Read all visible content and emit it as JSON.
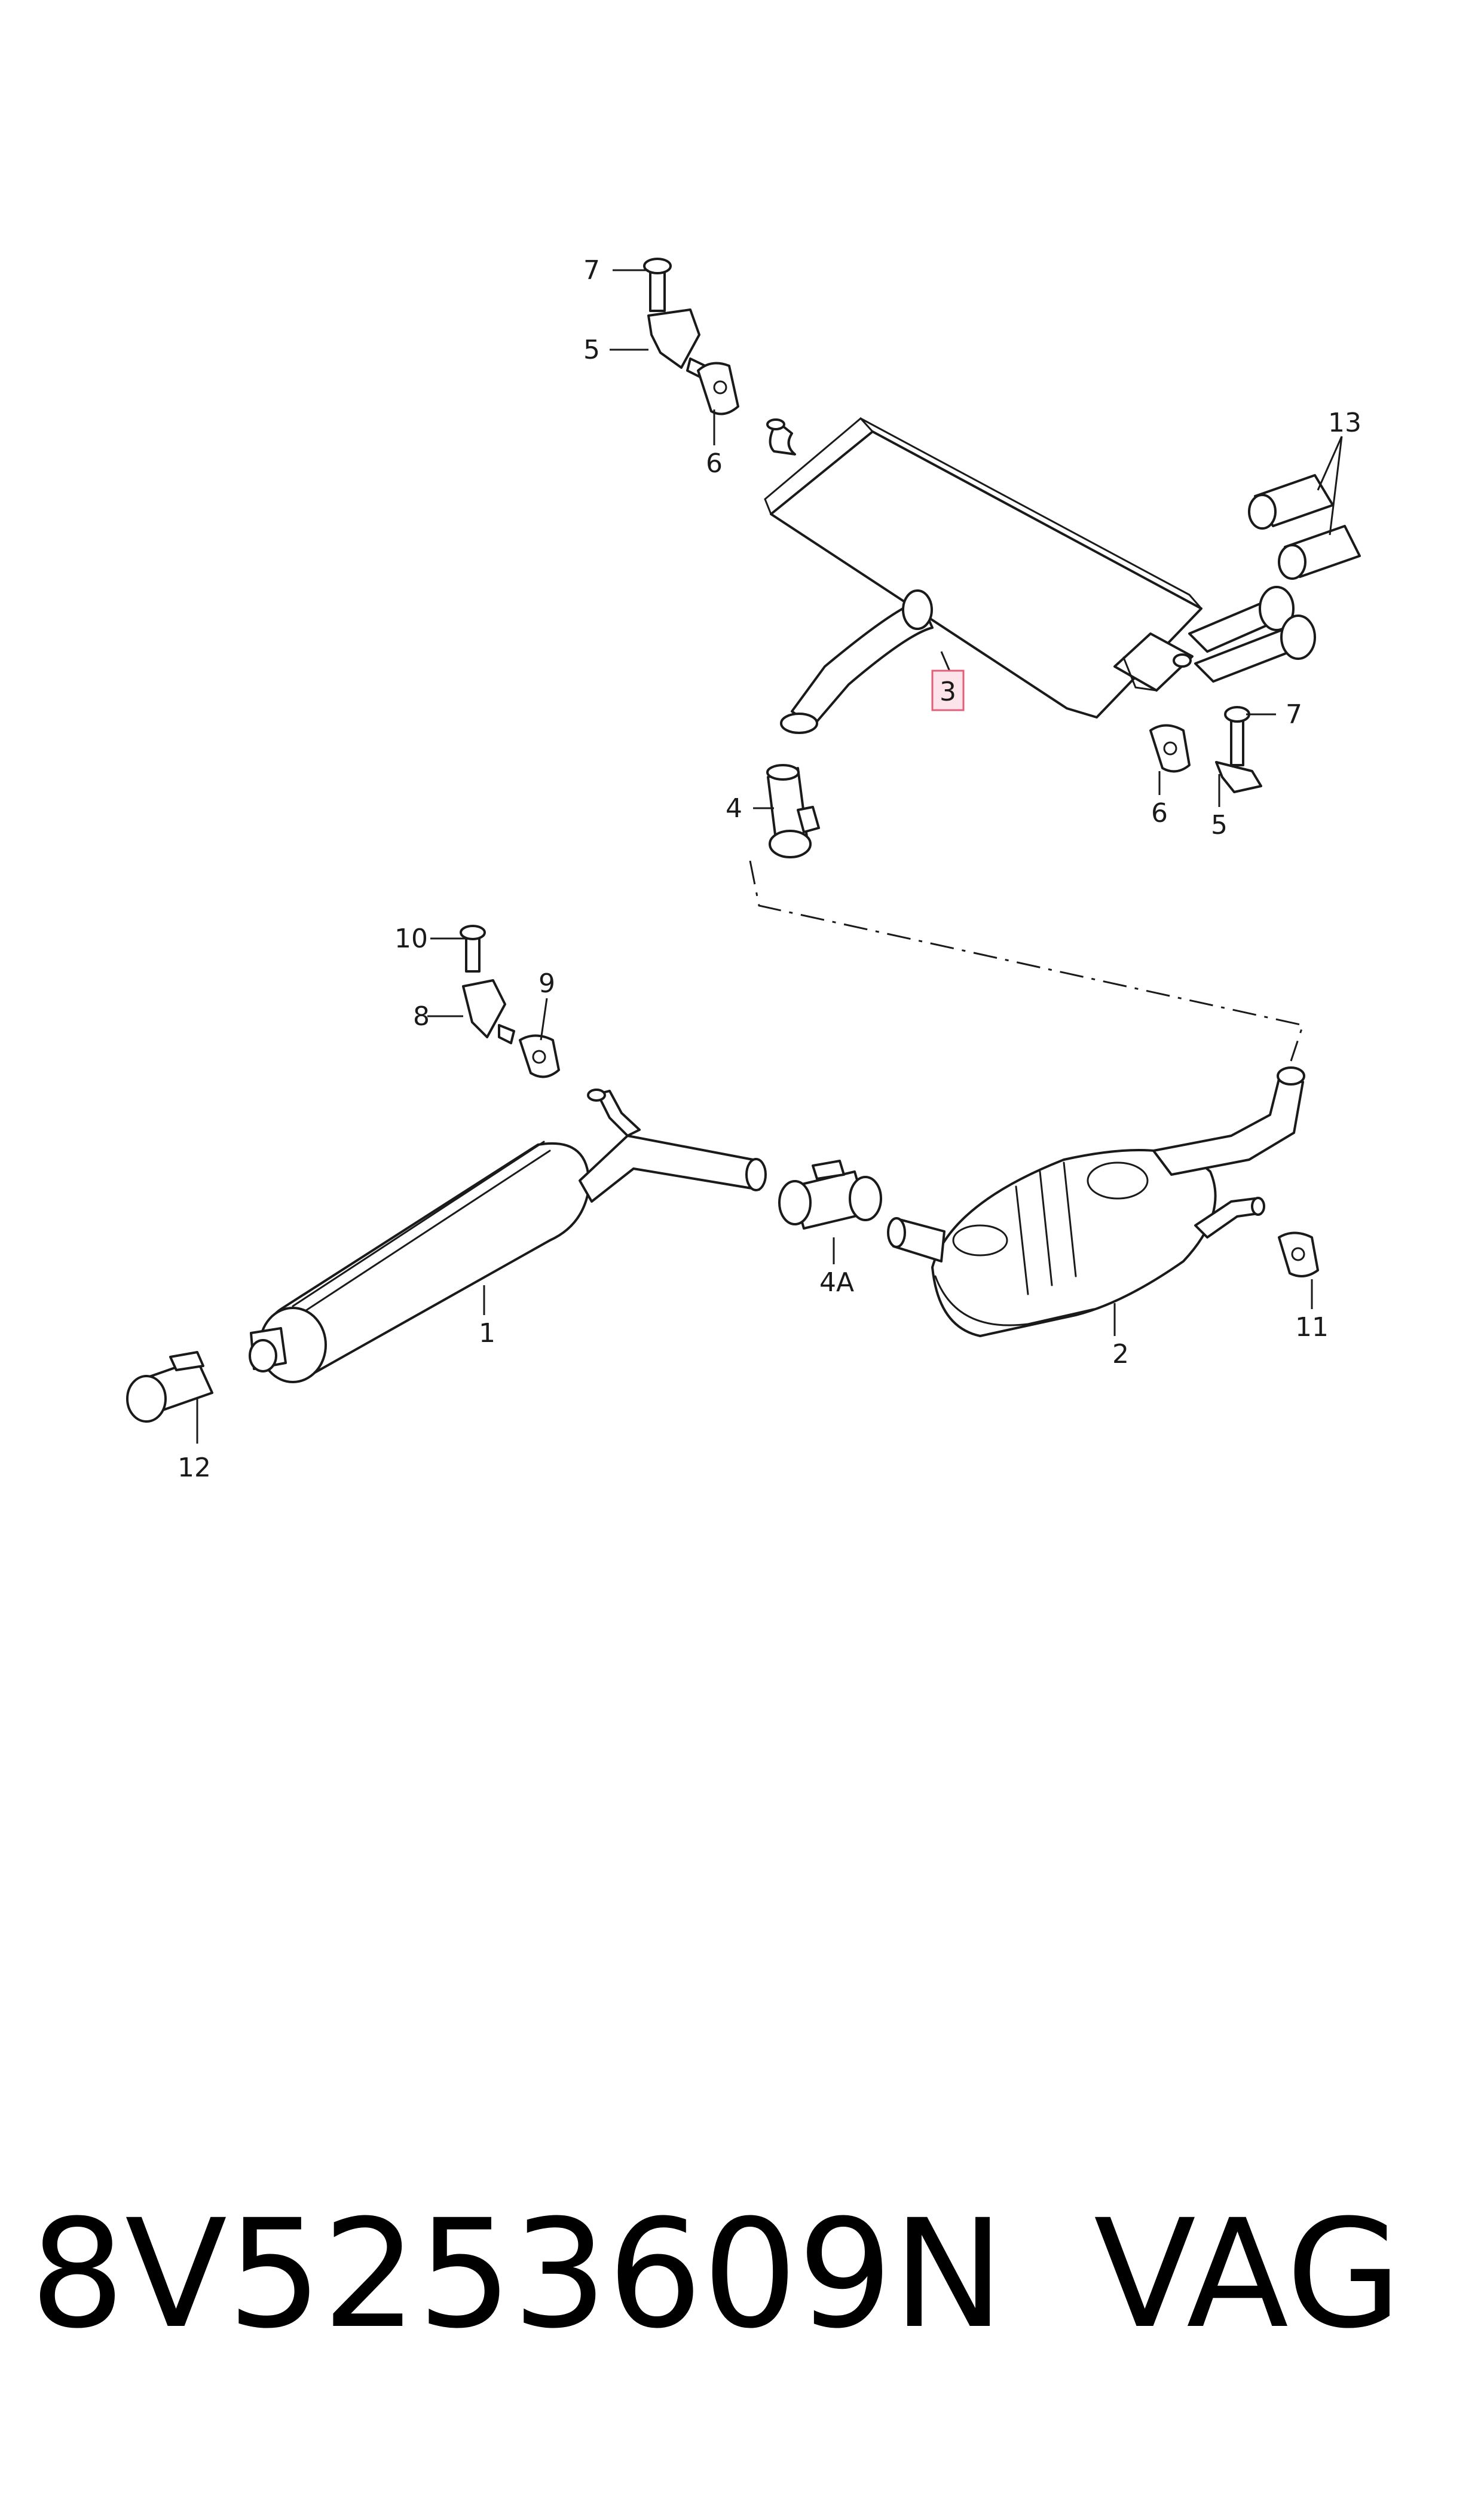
{
  "diagram": {
    "callouts": {
      "c1": "1",
      "c2": "2",
      "c3": "3",
      "c4": "4",
      "c4a": "4A",
      "c5a": "5",
      "c5b": "5",
      "c6a": "6",
      "c6b": "6",
      "c7a": "7",
      "c7b": "7",
      "c8": "8",
      "c9": "9",
      "c10": "10",
      "c11": "11",
      "c12": "12",
      "c13": "13"
    },
    "highlighted_callout": "3",
    "highlight_color": "#fde4ea"
  },
  "footer": {
    "part_number": "8V5253609N",
    "brand": "VAG"
  }
}
